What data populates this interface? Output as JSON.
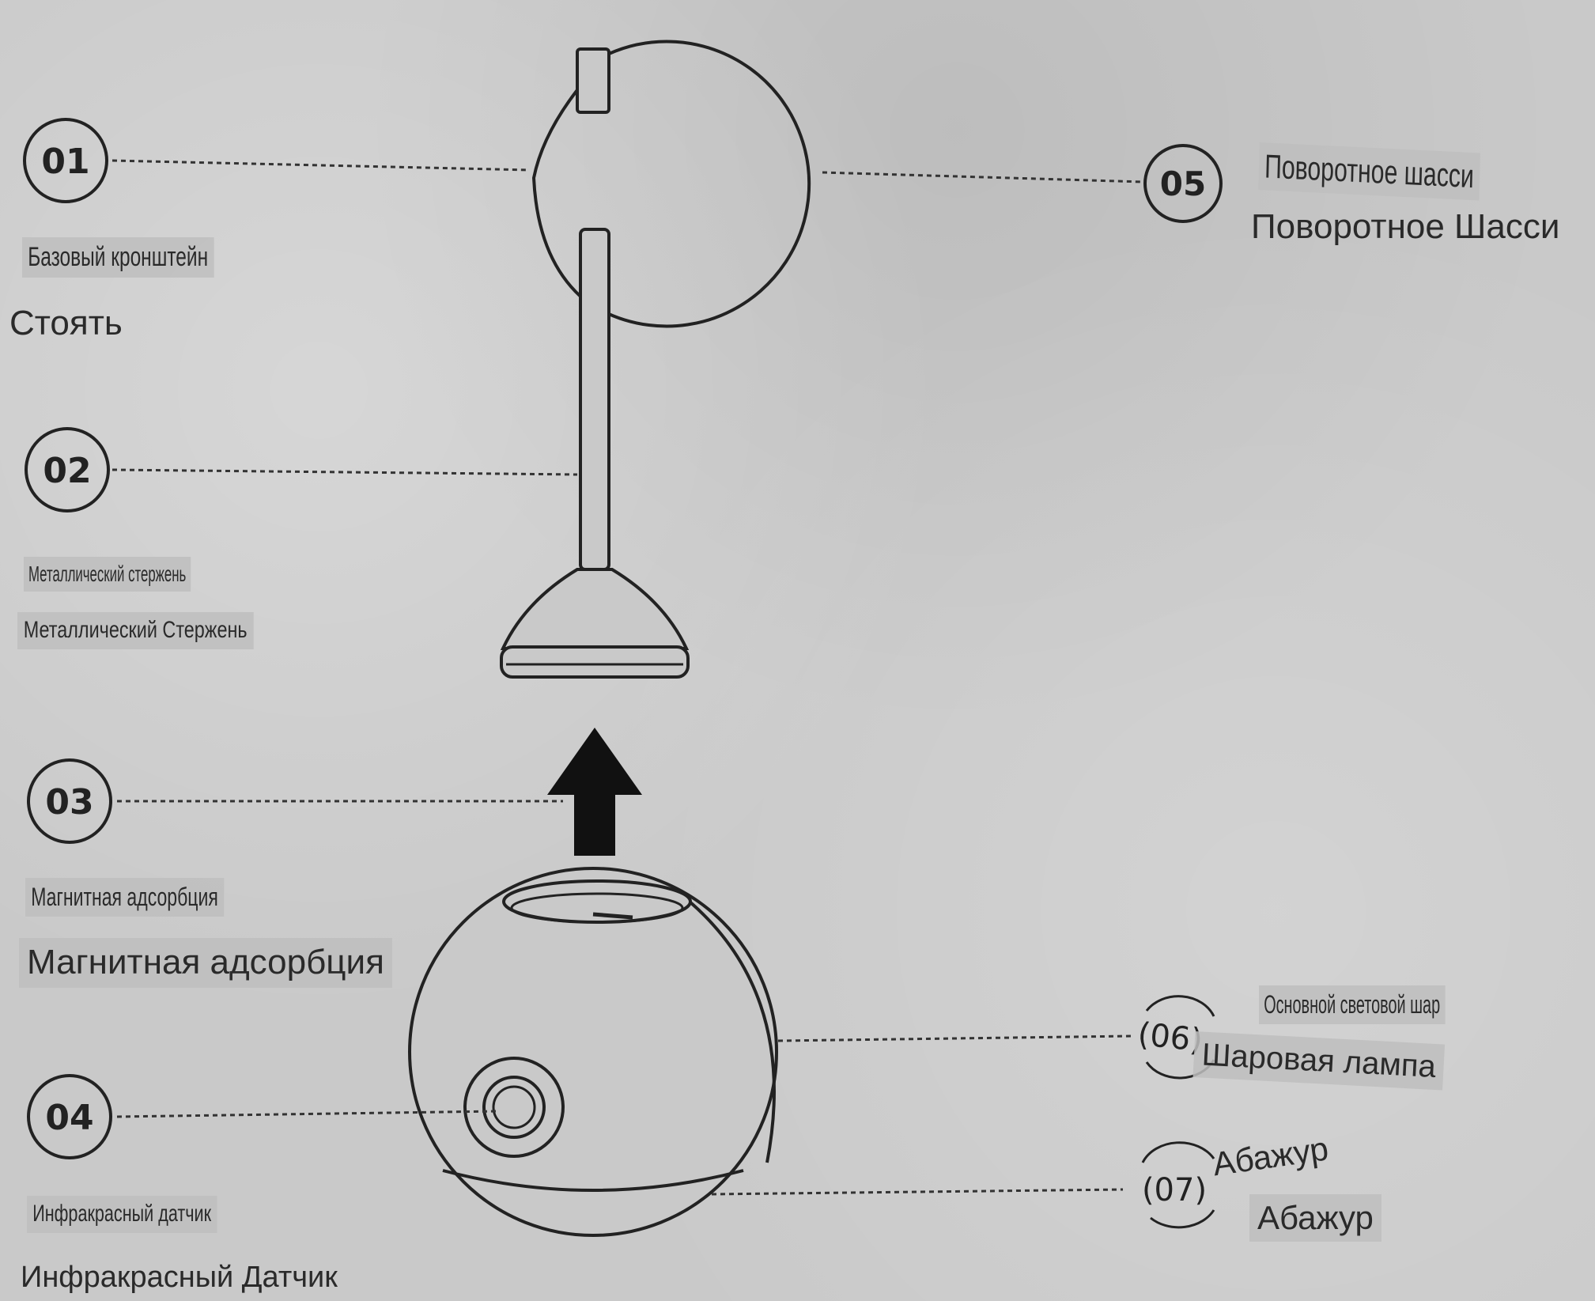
{
  "callouts": [
    {
      "number": "01",
      "label_small": "Базовый кронштейн",
      "label_large": "Стоять"
    },
    {
      "number": "02",
      "label_small": "Металлический стержень",
      "label_large": "Металлический Стержень"
    },
    {
      "number": "03",
      "label_small": "Магнитная адсорбция",
      "label_large": "Магнитная адсорбция"
    },
    {
      "number": "04",
      "label_small": "Инфракрасный датчик",
      "label_large": "Инфракрасный Датчик"
    },
    {
      "number": "05",
      "label_small": "Поворотное шасси",
      "label_large": "Поворотное Шасси"
    },
    {
      "number": "(06)",
      "label_small": "Основной световой шар",
      "label_large": "Шаровая лампа"
    },
    {
      "number": "(07)",
      "label_small": "Абажур",
      "label_large": "Абажур"
    }
  ]
}
